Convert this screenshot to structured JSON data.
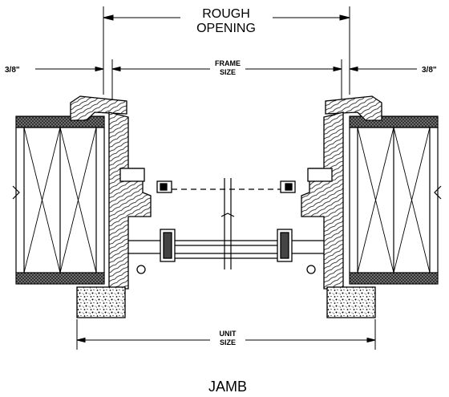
{
  "dimensions": {
    "rough_opening_line1": "ROUGH",
    "rough_opening_line2": "OPENING",
    "frame_size_line1": "FRAME",
    "frame_size_line2": "SIZE",
    "left_offset": "3/8\"",
    "right_offset": "3/8\"",
    "unit_size_line1": "UNIT",
    "unit_size_line2": "SIZE"
  },
  "caption": "JAMB"
}
